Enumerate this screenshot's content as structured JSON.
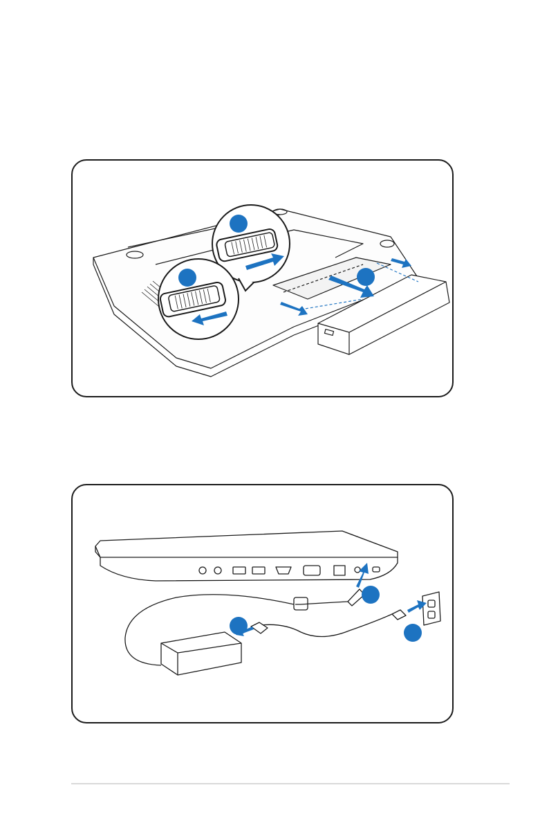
{
  "colors": {
    "accent": "#1d73c1",
    "line": "#1a1a1a",
    "rule": "#d9d9d9"
  },
  "figures": [
    {
      "id": "battery-install",
      "steps_shown": 3
    },
    {
      "id": "power-connect",
      "steps_shown": 3
    }
  ]
}
